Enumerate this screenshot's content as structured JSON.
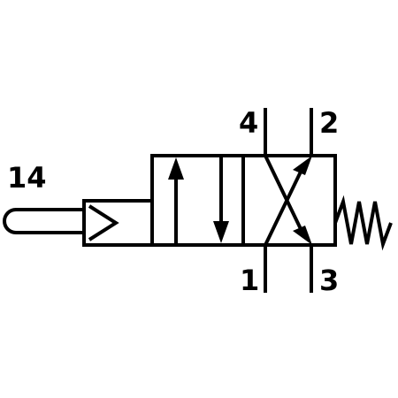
{
  "symbol": {
    "pilot_port_label": "14",
    "port_labels": {
      "port_4": "4",
      "port_2": "2",
      "port_1": "1",
      "port_3": "3"
    },
    "stroke_color": "#000000",
    "background_color": "#ffffff"
  }
}
